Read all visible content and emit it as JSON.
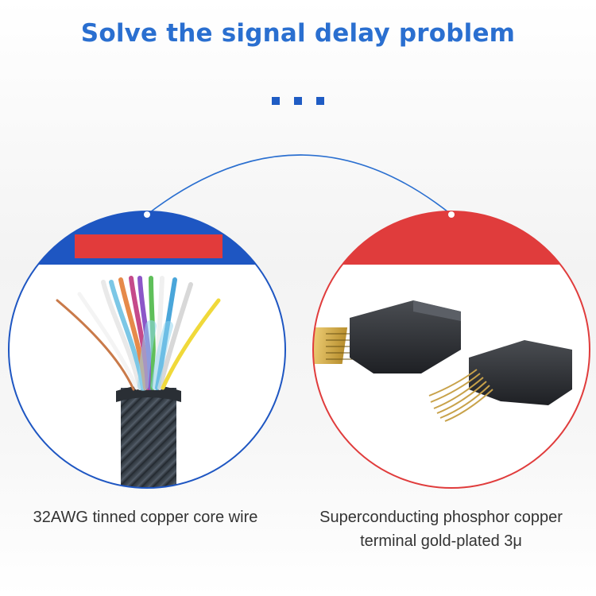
{
  "title": "Solve the signal delay problem",
  "left_panel": {
    "caption": "32AWG tinned copper core wire"
  },
  "right_panel": {
    "caption_line1": "Superconducting phosphor copper",
    "caption_line2": "terminal gold-plated 3μ"
  },
  "colors": {
    "title": "#2a6fd0",
    "dots": "#1f5cc4",
    "left_accent": "#1e56c2",
    "right_accent": "#e03c3c",
    "label_bar": "#e23b3b"
  }
}
